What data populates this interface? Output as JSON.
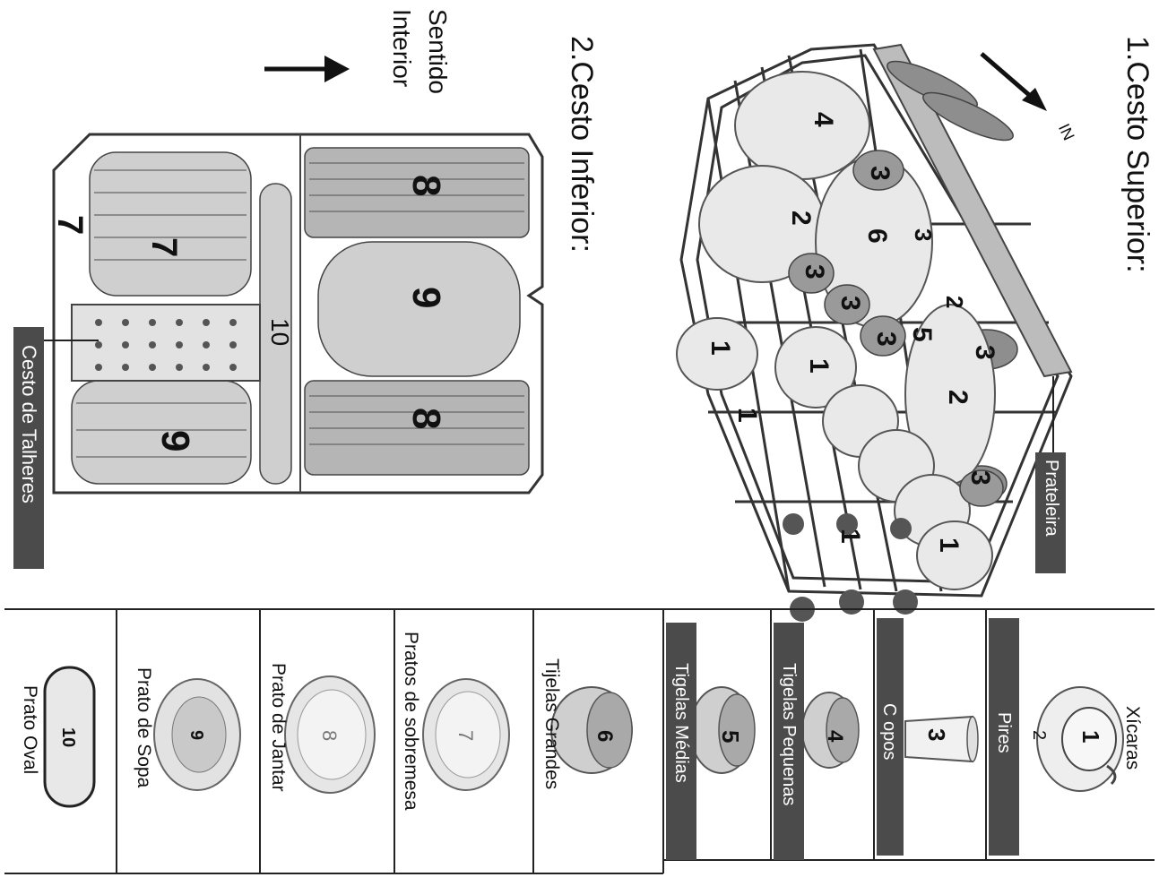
{
  "upper": {
    "title": "1.Cesto Superior:",
    "in_label": "IN",
    "shelf_label": "Prateleira",
    "item_numbers": [
      "4",
      "3",
      "2",
      "6",
      "3",
      "3",
      "3",
      "2",
      "5",
      "3",
      "1",
      "1",
      "2",
      "3",
      "1",
      "1",
      "3",
      "1"
    ]
  },
  "lower": {
    "title": "2.Cesto Inferior:",
    "direction_label": [
      "Sentido",
      "Interior"
    ],
    "cutlery_label": "Cesto de Talheres",
    "item_numbers": [
      "8",
      "7",
      "7",
      "9",
      "10",
      "8",
      "9"
    ]
  },
  "legend": {
    "items": [
      {
        "number": "1",
        "label": "Xícaras",
        "sub_number": "2",
        "sub_label": "Pires"
      },
      {
        "number": "3",
        "label": "C opos"
      },
      {
        "number": "4",
        "label": "Tigelas Pequenas"
      },
      {
        "number": "5",
        "label": "Tigelas Médias"
      },
      {
        "number": "6",
        "label": "Tijelas Grandes"
      },
      {
        "number": "7",
        "label": "Pratos de sobremesa"
      },
      {
        "number": "8",
        "label": "Prato de Jantar"
      },
      {
        "number": "9",
        "label": "Prato de Sopa"
      },
      {
        "number": "10",
        "label": "Prato Oval"
      }
    ]
  },
  "colors": {
    "label_bg": "#4b4b4b",
    "line": "#222222",
    "dish": "#d9d9d9"
  }
}
